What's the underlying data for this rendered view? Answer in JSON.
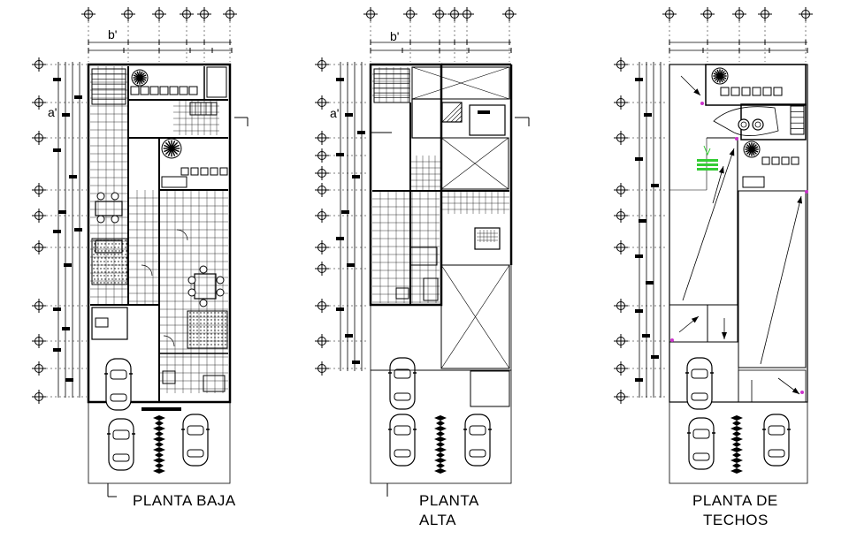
{
  "plans": [
    {
      "id": "planta-baja",
      "title_lines": [
        "PLANTA BAJA"
      ],
      "axis_marks": [
        "b'",
        "a'"
      ]
    },
    {
      "id": "planta-alta",
      "title_lines": [
        "PLANTA",
        "ALTA"
      ],
      "axis_marks": [
        "b'",
        "a'"
      ]
    },
    {
      "id": "planta-techos",
      "title_lines": [
        "PLANTA DE",
        "TECHOS"
      ],
      "axis_marks": []
    }
  ],
  "colors": {
    "line": "#000000",
    "accent_green": "#33cc33",
    "accent_magenta": "#cc33cc"
  }
}
